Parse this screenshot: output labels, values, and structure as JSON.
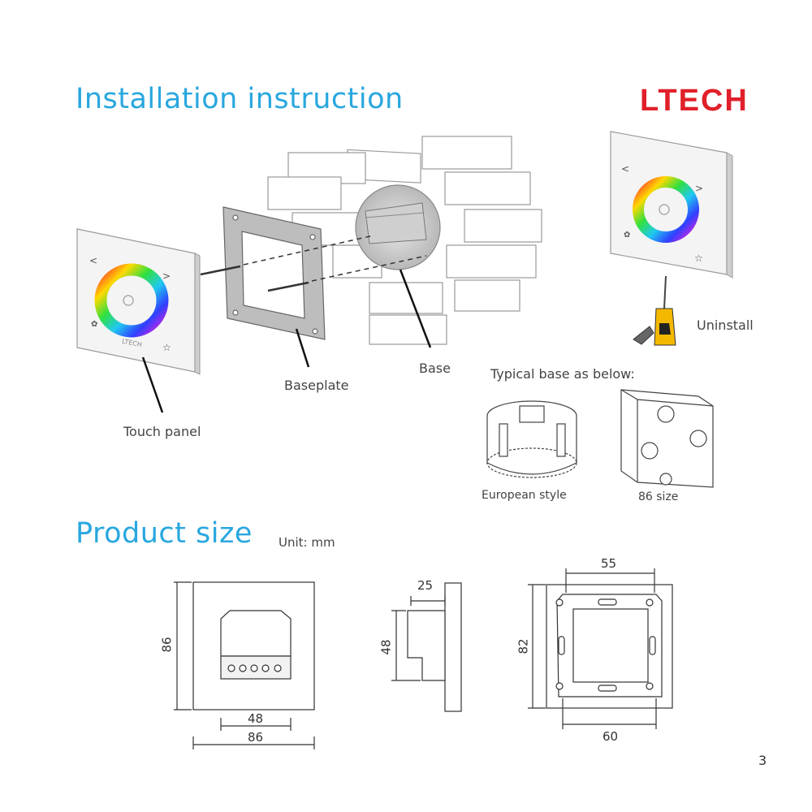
{
  "header": {
    "title": "Installation instruction",
    "brand": "LTECH"
  },
  "installation": {
    "touch_panel_label": "Touch panel",
    "baseplate_label": "Baseplate",
    "base_label": "Base",
    "uninstall_label": "Uninstall",
    "typical_base_label": "Typical base as below:",
    "european_style_label": "European style",
    "size86_label": "86 size",
    "panel_brand": "LTECH"
  },
  "product_size": {
    "title": "Product size",
    "unit_label": "Unit: mm",
    "front": {
      "height": "86",
      "inner_width": "48",
      "width": "86"
    },
    "side": {
      "depth": "25",
      "body_height": "48"
    },
    "baseplate": {
      "top_width": "55",
      "height": "82",
      "bottom_width": "60"
    }
  },
  "page_number": "3",
  "colors": {
    "heading": "#29a7df",
    "brand": "#e0202a"
  }
}
